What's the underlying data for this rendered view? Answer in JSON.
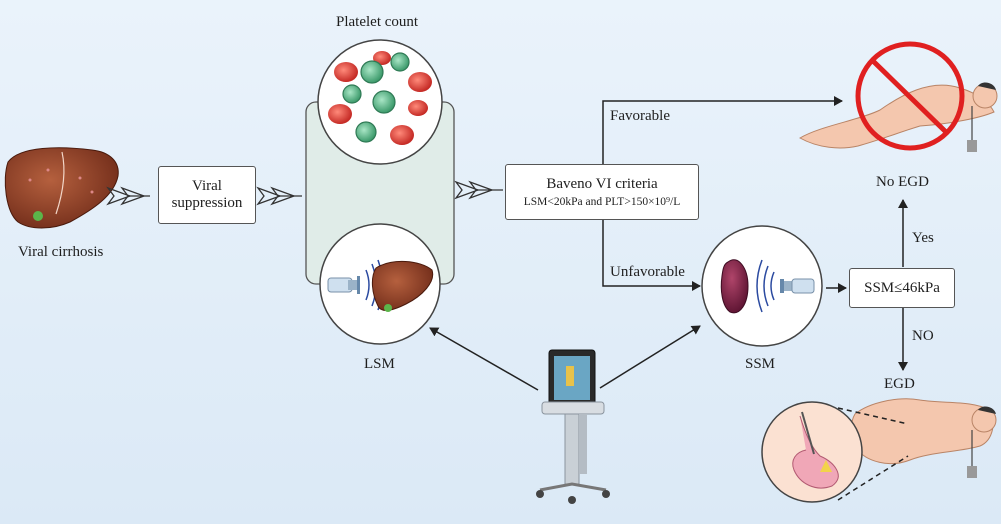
{
  "labels": {
    "viral_cirrhosis": "Viral cirrhosis",
    "viral_suppression_line1": "Viral",
    "viral_suppression_line2": "suppression",
    "platelet_count": "Platelet count",
    "lsm": "LSM",
    "baveno_title": "Baveno VI criteria",
    "baveno_criteria": "LSM<20kPa and PLT>150×10⁹/L",
    "favorable": "Favorable",
    "unfavorable": "Unfavorable",
    "ssm": "SSM",
    "ssm_threshold": "SSM≤46kPa",
    "yes": "Yes",
    "no": "NO",
    "no_egd": "No EGD",
    "egd": "EGD"
  },
  "icons": [
    "liver-icon",
    "platelet-blood-cells-icon",
    "ultrasound-probe-icon",
    "spleen-icon",
    "elastography-device-icon",
    "patient-prohibited-icon",
    "patient-endoscopy-icon",
    "stomach-icon"
  ],
  "colors": {
    "background": "#e3eef8",
    "liver": "#8a3a22",
    "spleen": "#7a1f3d",
    "red_blood_cell": "#d9403a",
    "platelet": "#4faa7d",
    "prohibit": "#e02020",
    "skin": "#f4c7ae",
    "arrow": "#222222"
  }
}
